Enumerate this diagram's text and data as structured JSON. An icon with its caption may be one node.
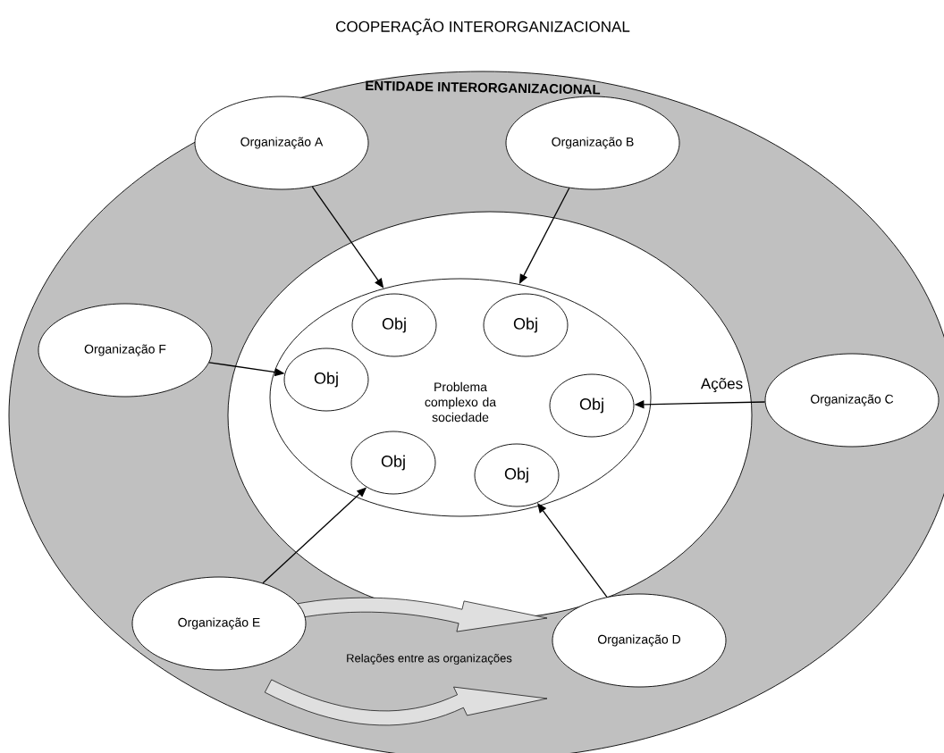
{
  "diagram": {
    "title": "COOPERAÇÃO INTERORGANIZACIONAL",
    "nodes": [
      {
        "text": [
          "ENTIDADE INTERORGANIZACIONAL"
        ]
      },
      {
        "text": [],
        "shape": "ellipse",
        "in": 0
      },
      {
        "text": [
          "Problema complexo da sociedade"
        ],
        "in": 1
      },
      {
        "text": [
          "Obj"
        ],
        "in": 2
      },
      {
        "text": [
          "Obj"
        ],
        "in": 2
      },
      {
        "text": [
          "Obj"
        ],
        "in": 2
      },
      {
        "text": [
          "Obj"
        ],
        "in": 2
      },
      {
        "text": [
          "Obj"
        ],
        "in": 2
      },
      {
        "text": [
          "Obj"
        ],
        "in": 2
      },
      {
        "text": [
          "Organização A"
        ],
        "in": 0
      },
      {
        "text": [
          "Organização B"
        ],
        "in": 0
      },
      {
        "text": [
          "Organização F"
        ],
        "in": 0
      },
      {
        "text": [
          "Organização C"
        ],
        "in": 0
      },
      {
        "text": [
          "Organização E"
        ],
        "in": 0
      },
      {
        "text": [
          "Organização D"
        ],
        "in": 0
      }
    ],
    "edges": [
      {
        "from": 9,
        "to": 2,
        "arrow": "to"
      },
      {
        "from": 10,
        "to": 2,
        "arrow": "to"
      },
      {
        "from": 11,
        "to": 5,
        "arrow": "to"
      },
      {
        "from": 12,
        "to": 6,
        "arrow": "to",
        "label": "Ações"
      },
      {
        "from": 13,
        "to": 7,
        "arrow": "to"
      },
      {
        "from": 14,
        "to": 8,
        "arrow": "to"
      }
    ],
    "labels": [
      "Relações entre as organizações"
    ]
  }
}
